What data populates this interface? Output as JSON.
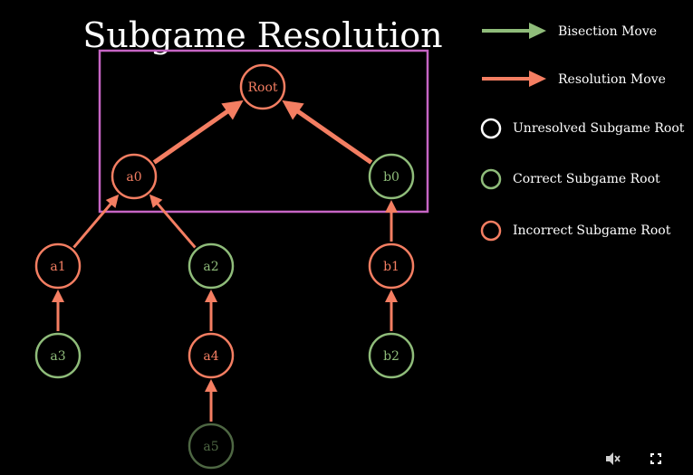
{
  "title": "Subgame Resolution",
  "colors": {
    "background": "#000000",
    "bisection": "#8fbc7a",
    "resolution": "#f47e62",
    "unresolved": "#ffffff",
    "highlight": "#c665c4"
  },
  "legend": {
    "bisection_move": "Bisection Move",
    "resolution_move": "Resolution Move",
    "unresolved_root": "Unresolved Subgame Root",
    "correct_root": "Correct Subgame Root",
    "incorrect_root": "Incorrect Subgame Root"
  },
  "nodes": [
    {
      "id": "root",
      "label": "Root",
      "status": "incorrect"
    },
    {
      "id": "a0",
      "label": "a0",
      "status": "incorrect"
    },
    {
      "id": "b0",
      "label": "b0",
      "status": "correct"
    },
    {
      "id": "a1",
      "label": "a1",
      "status": "incorrect"
    },
    {
      "id": "a2",
      "label": "a2",
      "status": "correct"
    },
    {
      "id": "b1",
      "label": "b1",
      "status": "incorrect"
    },
    {
      "id": "a3",
      "label": "a3",
      "status": "correct"
    },
    {
      "id": "a4",
      "label": "a4",
      "status": "incorrect"
    },
    {
      "id": "b2",
      "label": "b2",
      "status": "correct"
    },
    {
      "id": "a5",
      "label": "a5",
      "status": "correct",
      "faded": true
    }
  ],
  "edges": [
    {
      "from": "a0",
      "to": "root",
      "kind": "resolution",
      "bold": true
    },
    {
      "from": "b0",
      "to": "root",
      "kind": "resolution",
      "bold": true
    },
    {
      "from": "a1",
      "to": "a0",
      "kind": "resolution"
    },
    {
      "from": "a2",
      "to": "a0",
      "kind": "resolution"
    },
    {
      "from": "b1",
      "to": "b0",
      "kind": "resolution"
    },
    {
      "from": "a3",
      "to": "a1",
      "kind": "resolution"
    },
    {
      "from": "a4",
      "to": "a2",
      "kind": "resolution"
    },
    {
      "from": "b2",
      "to": "b1",
      "kind": "resolution"
    },
    {
      "from": "a5",
      "to": "a4",
      "kind": "resolution"
    }
  ],
  "icons": {
    "mute": "speaker-muted-icon",
    "fullscreen": "fullscreen-icon"
  }
}
